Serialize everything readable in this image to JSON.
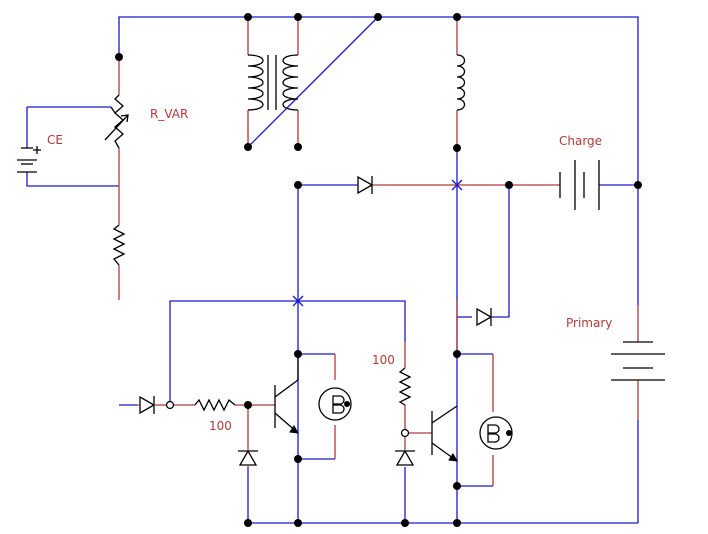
{
  "labels": {
    "ce": "CE",
    "r_var": "R_VAR",
    "charge": "Charge",
    "primary": "Primary",
    "r_base_left": "100",
    "r_base_right": "100"
  },
  "colors": {
    "wire": "#1a1acc",
    "component_lead": "#b23a3a",
    "component": "#000000",
    "label": "#b23a3a"
  }
}
